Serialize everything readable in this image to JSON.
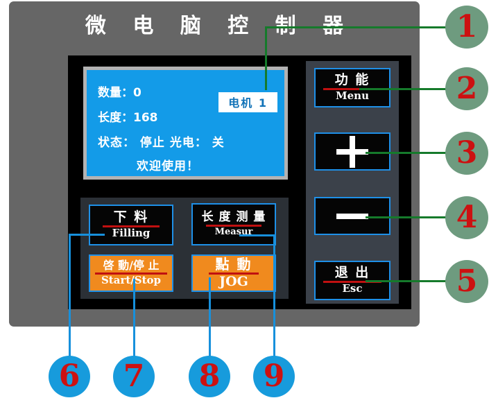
{
  "device": {
    "title": "微 电 脑 控 制 器"
  },
  "lcd": {
    "line1": "数量：0",
    "line2": "长度：168",
    "line3": "状态： 停止   光电： 关",
    "line4": "欢迎使用！",
    "badge": "电机 1",
    "bg_color": "#139BE8",
    "text_color": "#FFFFFF"
  },
  "left_keys": {
    "filling": {
      "cn": "下 料",
      "en": "Filling",
      "style": "dark"
    },
    "measur": {
      "cn": "长 度 测 量",
      "en": "Measur",
      "style": "dark"
    },
    "startstop": {
      "cn": "啓 動/停 止",
      "en": "Start/Stop",
      "style": "orange"
    },
    "jog": {
      "cn": "點 動",
      "en": "JOG",
      "style": "orange"
    }
  },
  "right_keys": {
    "menu": {
      "cn": "功 能",
      "en": "Menu"
    },
    "plus": {
      "symbol": "plus-sign"
    },
    "minus": {
      "symbol": "minus-sign"
    },
    "esc": {
      "cn": "退 出",
      "en": "Esc"
    }
  },
  "callouts": {
    "green_color": "#157A2B",
    "blue_color": "#1790DC",
    "number_color": "#CC1111",
    "items": [
      {
        "n": "1",
        "target": "lcd-screen",
        "color": "green"
      },
      {
        "n": "2",
        "target": "menu-button",
        "color": "green"
      },
      {
        "n": "3",
        "target": "plus-button",
        "color": "green"
      },
      {
        "n": "4",
        "target": "minus-button",
        "color": "green"
      },
      {
        "n": "5",
        "target": "esc-button",
        "color": "green"
      },
      {
        "n": "6",
        "target": "filling-button",
        "color": "blue"
      },
      {
        "n": "7",
        "target": "startstop-button",
        "color": "blue"
      },
      {
        "n": "8",
        "target": "jog-button",
        "color": "blue"
      },
      {
        "n": "9",
        "target": "measur-button",
        "color": "blue"
      }
    ]
  },
  "colors": {
    "panel_gray": "#666666",
    "board_black": "#000000",
    "key_border_blue": "#1E90E8",
    "orange_key": "#F08A1E",
    "red_rule": "#C01010",
    "right_group_bg": "#3B414A",
    "left_group_bg": "#2B3036"
  }
}
